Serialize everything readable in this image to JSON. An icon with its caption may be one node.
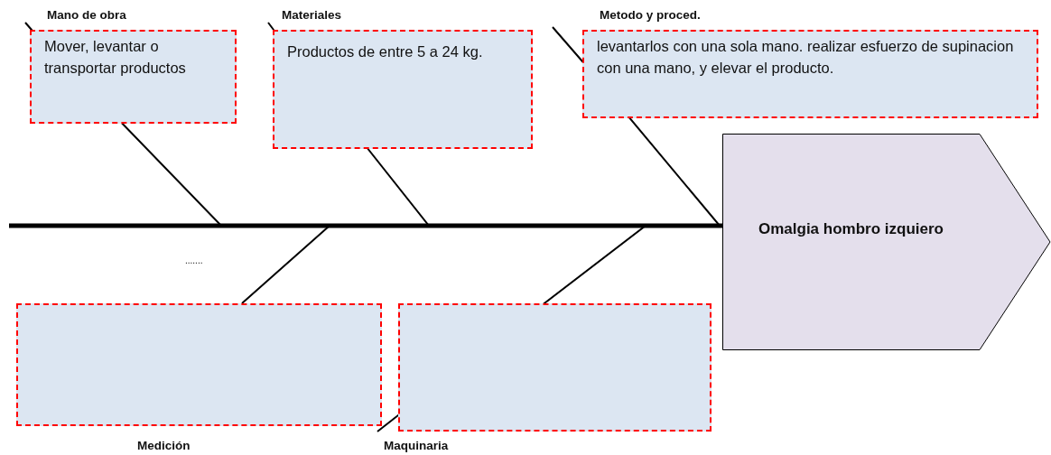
{
  "diagram": {
    "nodes": [
      {
        "text": [
          "Mano de obra",
          "Mover, levantar o transportar productos"
        ]
      },
      {
        "text": [
          "Materiales",
          "Productos de entre 5 a 24 kg."
        ]
      },
      {
        "text": [
          "Metodo y proced.",
          "levantarlos con una sola mano. realizar esfuerzo de supinacion con una mano, y elevar el producto."
        ]
      },
      {
        "text": [
          "Omalgia hombro izquiero"
        ]
      },
      {
        "text": [
          "Medición"
        ]
      },
      {
        "text": [
          "Maquinaria"
        ]
      }
    ],
    "edges": [
      {
        "from": null,
        "to": 3,
        "arrow": "none",
        "style": "thick"
      },
      {
        "from": 0,
        "to": 3,
        "arrow": "none"
      },
      {
        "from": 1,
        "to": 3,
        "arrow": "none"
      },
      {
        "from": 2,
        "to": 3,
        "arrow": "none"
      },
      {
        "from": 4,
        "to": 3,
        "arrow": "none"
      },
      {
        "from": 5,
        "to": 3,
        "arrow": "none"
      }
    ],
    "labels": [
      "......."
    ]
  }
}
